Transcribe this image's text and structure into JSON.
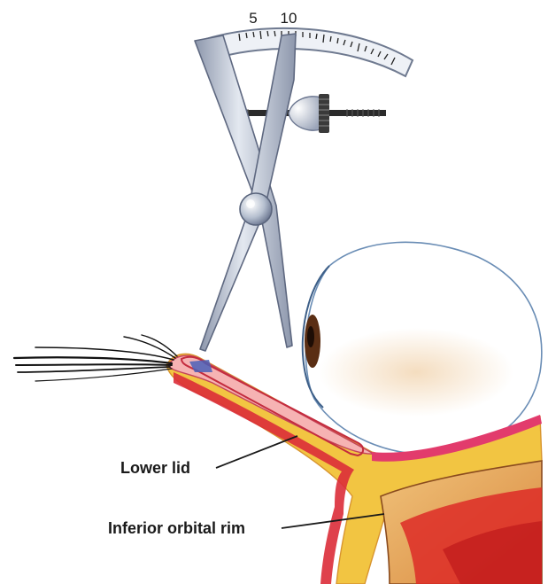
{
  "diagram": {
    "scale": {
      "tick_label_5": "5",
      "tick_label_10": "10"
    },
    "labels": {
      "lower_lid": "Lower lid",
      "inferior_orbital_rim": "Inferior orbital rim"
    },
    "colors": {
      "instrument": "#b9c3d3",
      "instrument_dark": "#7f8aa0",
      "skin": "#f1a7a4",
      "muscle": "#d62a35",
      "fat": "#f2c542",
      "bone": "#e8b060",
      "sclera_outline": "#6a8db5"
    }
  }
}
